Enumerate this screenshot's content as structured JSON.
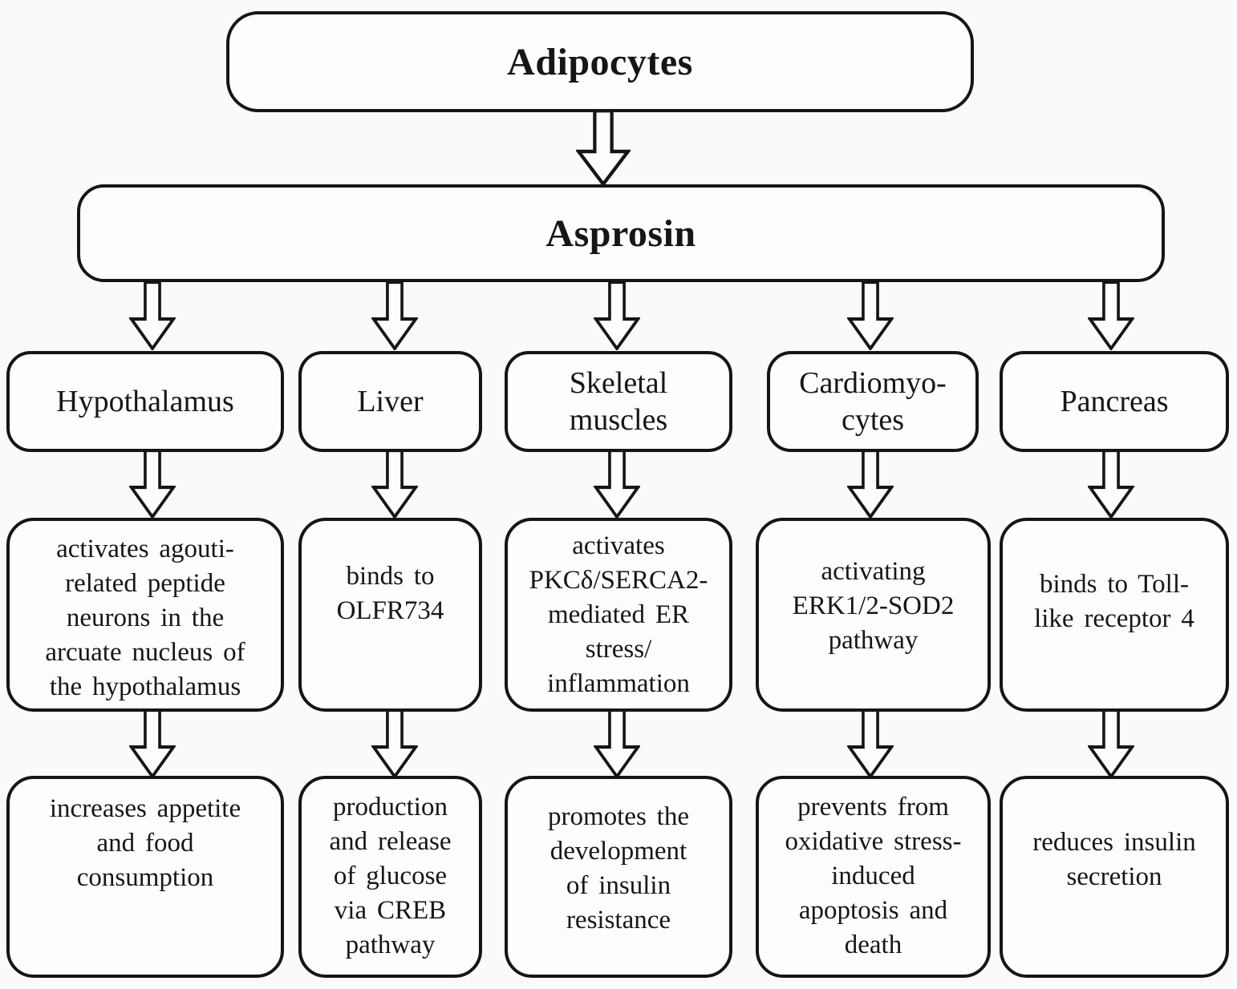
{
  "diagram": {
    "source": "Adipocytes",
    "mediator": "Asprosin",
    "columns": [
      {
        "organ": "Hypothalamus",
        "mechanism": [
          "activates agouti-",
          "related peptide",
          "neurons in the",
          "arcuate nucleus of",
          "the hypothalamus"
        ],
        "outcome": [
          "increases appetite",
          "and food",
          "consumption"
        ]
      },
      {
        "organ": "Liver",
        "mechanism": [
          "binds to",
          "OLFR734"
        ],
        "outcome": [
          "production",
          "and release",
          "of glucose",
          "via CREB",
          "pathway"
        ]
      },
      {
        "organ": [
          "Skeletal",
          "muscles"
        ],
        "mechanism": [
          "activates",
          "PKCδ/SERCA2-",
          "mediated ER",
          "stress/",
          "inflammation"
        ],
        "outcome": [
          "promotes the",
          "development",
          "of insulin",
          "resistance"
        ]
      },
      {
        "organ": [
          "Cardiomyo-",
          "cytes"
        ],
        "mechanism": [
          "activating",
          "ERK1/2-SOD2",
          "pathway"
        ],
        "outcome": [
          "prevents from",
          "oxidative stress-",
          "induced",
          "apoptosis and",
          "death"
        ]
      },
      {
        "organ": "Pancreas",
        "mechanism": [
          "binds to Toll-",
          "like receptor 4"
        ],
        "outcome": [
          "reduces insulin",
          "secretion"
        ]
      }
    ],
    "colors": {
      "stroke": "#151515",
      "node_fill": "#fdfdfd",
      "background": "#fafafa"
    }
  }
}
